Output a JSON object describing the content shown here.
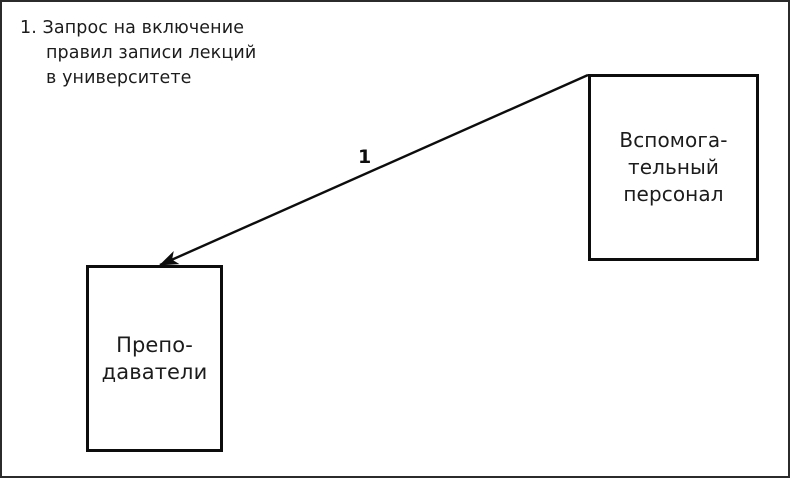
{
  "diagram": {
    "caption": "1. Запрос на включение\nправил записи лекций\nв университете",
    "background_color": "#ffffff",
    "frame_color": "#2b2b2b",
    "line_color": "#0d0d0d",
    "text_color": "#1c1c1c",
    "actors": [
      {
        "id": "teachers",
        "label": "Препо-\nдаватели"
      },
      {
        "id": "support",
        "label": "Вспомога-\nтельный\nперсонал"
      }
    ],
    "messages": [
      {
        "id": "request",
        "label": "1",
        "from": "support",
        "to": "teachers"
      }
    ]
  }
}
